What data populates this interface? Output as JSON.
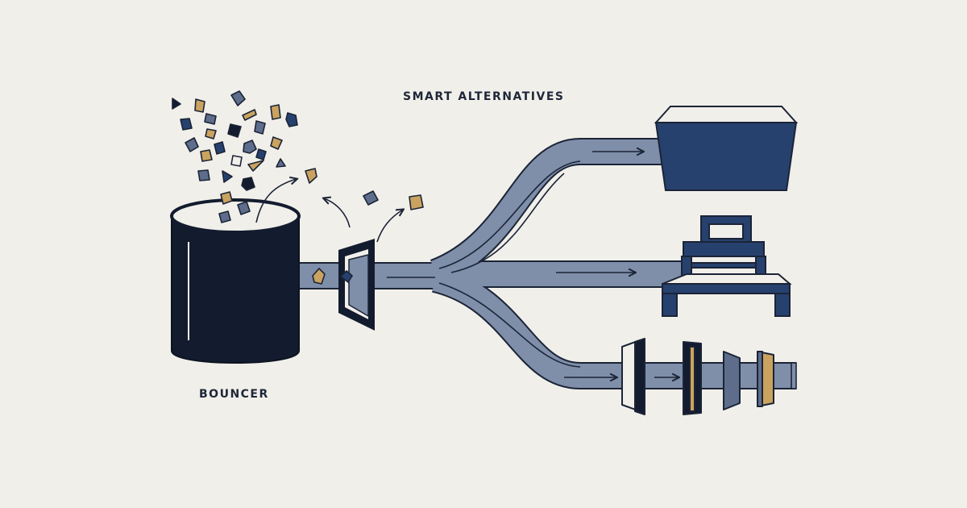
{
  "labels": {
    "top": "SMART ALTERNATIVES",
    "bottom": "BOUNCER"
  },
  "colors": {
    "background": "#f1efea",
    "pipe": "#7f8ea9",
    "outline": "#1b2436",
    "navy": "#27416e",
    "dark": "#131c2e",
    "gold": "#c9a35f",
    "slate": "#5d6d8b"
  },
  "icons": {
    "cylinder": "bouncer-cylinder",
    "filter": "filter-frame",
    "bin": "container-bin",
    "machine": "processing-machine",
    "filters": "inline-filter-stack"
  }
}
